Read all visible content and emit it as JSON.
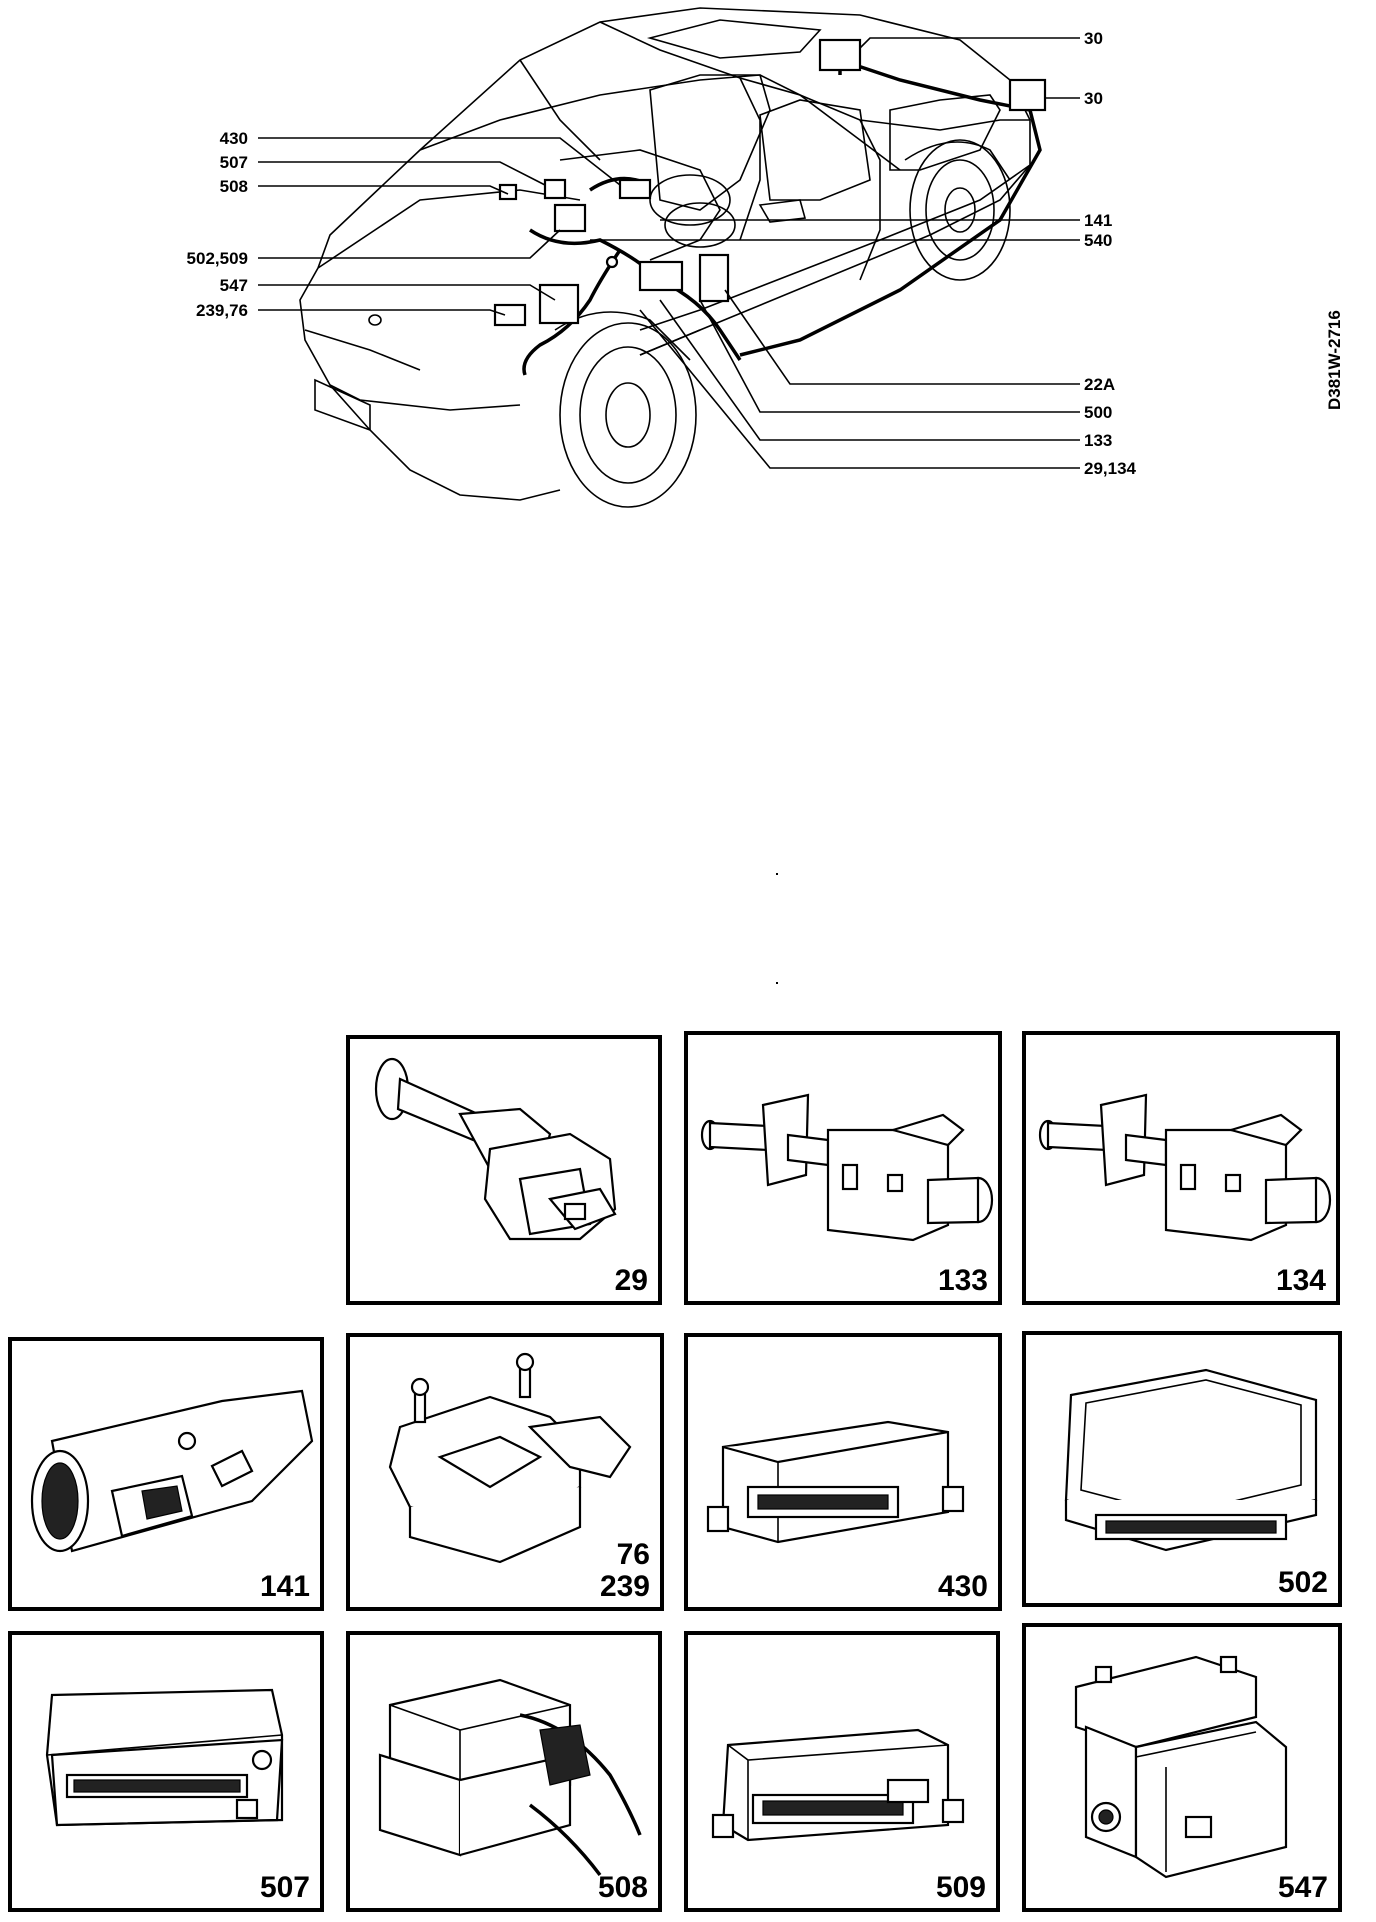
{
  "document_id": "D381W-2716",
  "car_diagram": {
    "callouts_left": [
      "430",
      "507",
      "508",
      "502,509",
      "547",
      "239,76"
    ],
    "callouts_right": [
      "30",
      "30",
      "141",
      "540",
      "22A",
      "500",
      "133",
      "29,134"
    ]
  },
  "component_panels": [
    {
      "id": "p29",
      "labels": [
        "29"
      ]
    },
    {
      "id": "p133",
      "labels": [
        "133"
      ]
    },
    {
      "id": "p134",
      "labels": [
        "134"
      ]
    },
    {
      "id": "p141",
      "labels": [
        "141"
      ]
    },
    {
      "id": "p76",
      "labels": [
        "76",
        "239"
      ]
    },
    {
      "id": "p430",
      "labels": [
        "430"
      ]
    },
    {
      "id": "p502",
      "labels": [
        "502"
      ]
    },
    {
      "id": "p507",
      "labels": [
        "507"
      ]
    },
    {
      "id": "p508",
      "labels": [
        "508"
      ]
    },
    {
      "id": "p509",
      "labels": [
        "509"
      ]
    },
    {
      "id": "p547",
      "labels": [
        "547"
      ]
    }
  ]
}
